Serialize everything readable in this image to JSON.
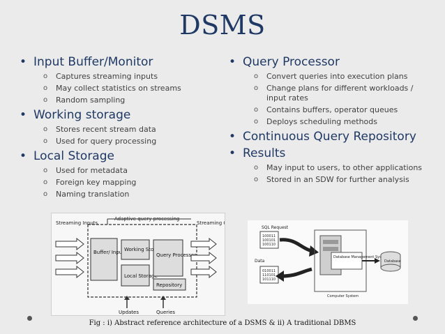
{
  "title": "DSMS",
  "left": {
    "items": [
      {
        "label": "Input Buffer/Monitor",
        "subs": [
          "Captures streaming inputs",
          "May collect statistics on streams",
          "Random sampling"
        ]
      },
      {
        "label": "Working storage",
        "subs": [
          "Stores recent stream data",
          "Used for query processing"
        ]
      },
      {
        "label": "Local Storage",
        "subs": [
          "Used for metadata",
          "Foreign key mapping",
          "Naming translation"
        ]
      }
    ]
  },
  "right": {
    "items": [
      {
        "label": "Query Processor",
        "subs": [
          "Convert queries into execution plans",
          "Change plans for different workloads / input rates",
          "Contains buffers, operator queues",
          "Deploys scheduling methods"
        ]
      },
      {
        "label": "Continuous Query Repository",
        "subs": []
      },
      {
        "label": "Results",
        "subs": [
          "May input to users, to other applications",
          "Stored in an SDW for further analysis"
        ]
      }
    ]
  },
  "fig1": {
    "top_label": "Adaptive query processing",
    "streaming_inputs": "Streaming Inputs",
    "streaming_outputs": "Streaming Outputs",
    "buffer": "Buffer/ Input Monitor",
    "working": "Working Storage",
    "local": "Local Storage",
    "query_processor": "Query Processor",
    "repository": "Repository",
    "updates": "Updates",
    "queries": "Queries"
  },
  "fig2": {
    "sql_request": "SQL Request",
    "data": "Data",
    "records1": [
      "100011",
      "100101",
      "100110"
    ],
    "records2": [
      "010011",
      "110101",
      "101110"
    ],
    "dbms": "Database Management System",
    "database": "Database",
    "computer_system": "Computer System"
  },
  "caption": "Fig : i) Abstract reference architecture of a DSMS & ii) A traditional DBMS",
  "bullet_char": "•",
  "sub_char": "o"
}
